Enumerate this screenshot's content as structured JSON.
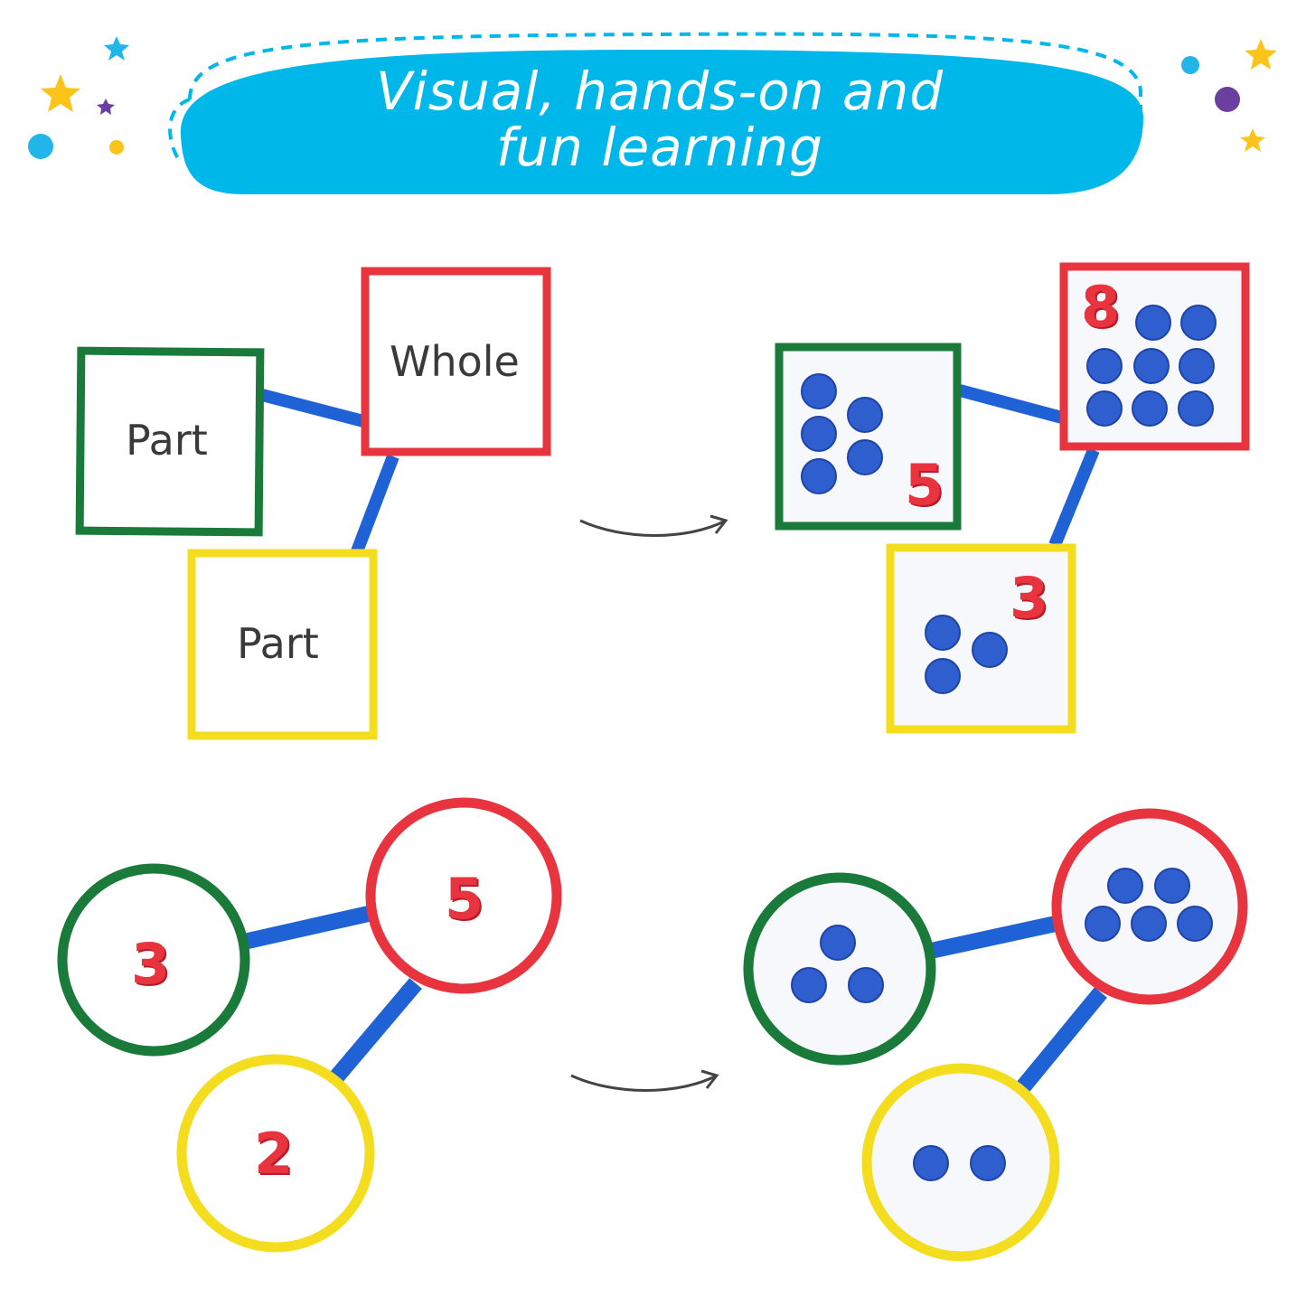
{
  "banner": {
    "line1": "Visual, hands-on and",
    "line2": "fun learning",
    "color": "#00b7ea"
  },
  "colors": {
    "green": "#1a7a3a",
    "red": "#e8343f",
    "yellow": "#f4dd1e",
    "blue_connector": "#1f62d6",
    "counter": "#2f5fcf",
    "star_yellow": "#fcc419",
    "star_blue": "#22b5ea",
    "purple": "#6b3fa0"
  },
  "icons": [
    "star-icon",
    "dot-icon",
    "arrow-icon",
    "counter-icon"
  ],
  "square_model_empty": {
    "whole_label": "Whole",
    "part_label_1": "Part",
    "part_label_2": "Part"
  },
  "square_model_filled": {
    "whole_number": "8",
    "part_number_1": "5",
    "part_number_2": "3",
    "whole_counters": 8,
    "part_counters_1": 5,
    "part_counters_2": 3
  },
  "circle_model_numbers": {
    "whole_number": "5",
    "part_number_1": "3",
    "part_number_2": "2"
  },
  "circle_model_counters": {
    "whole_counters": 5,
    "part_counters_1": 3,
    "part_counters_2": 2
  }
}
